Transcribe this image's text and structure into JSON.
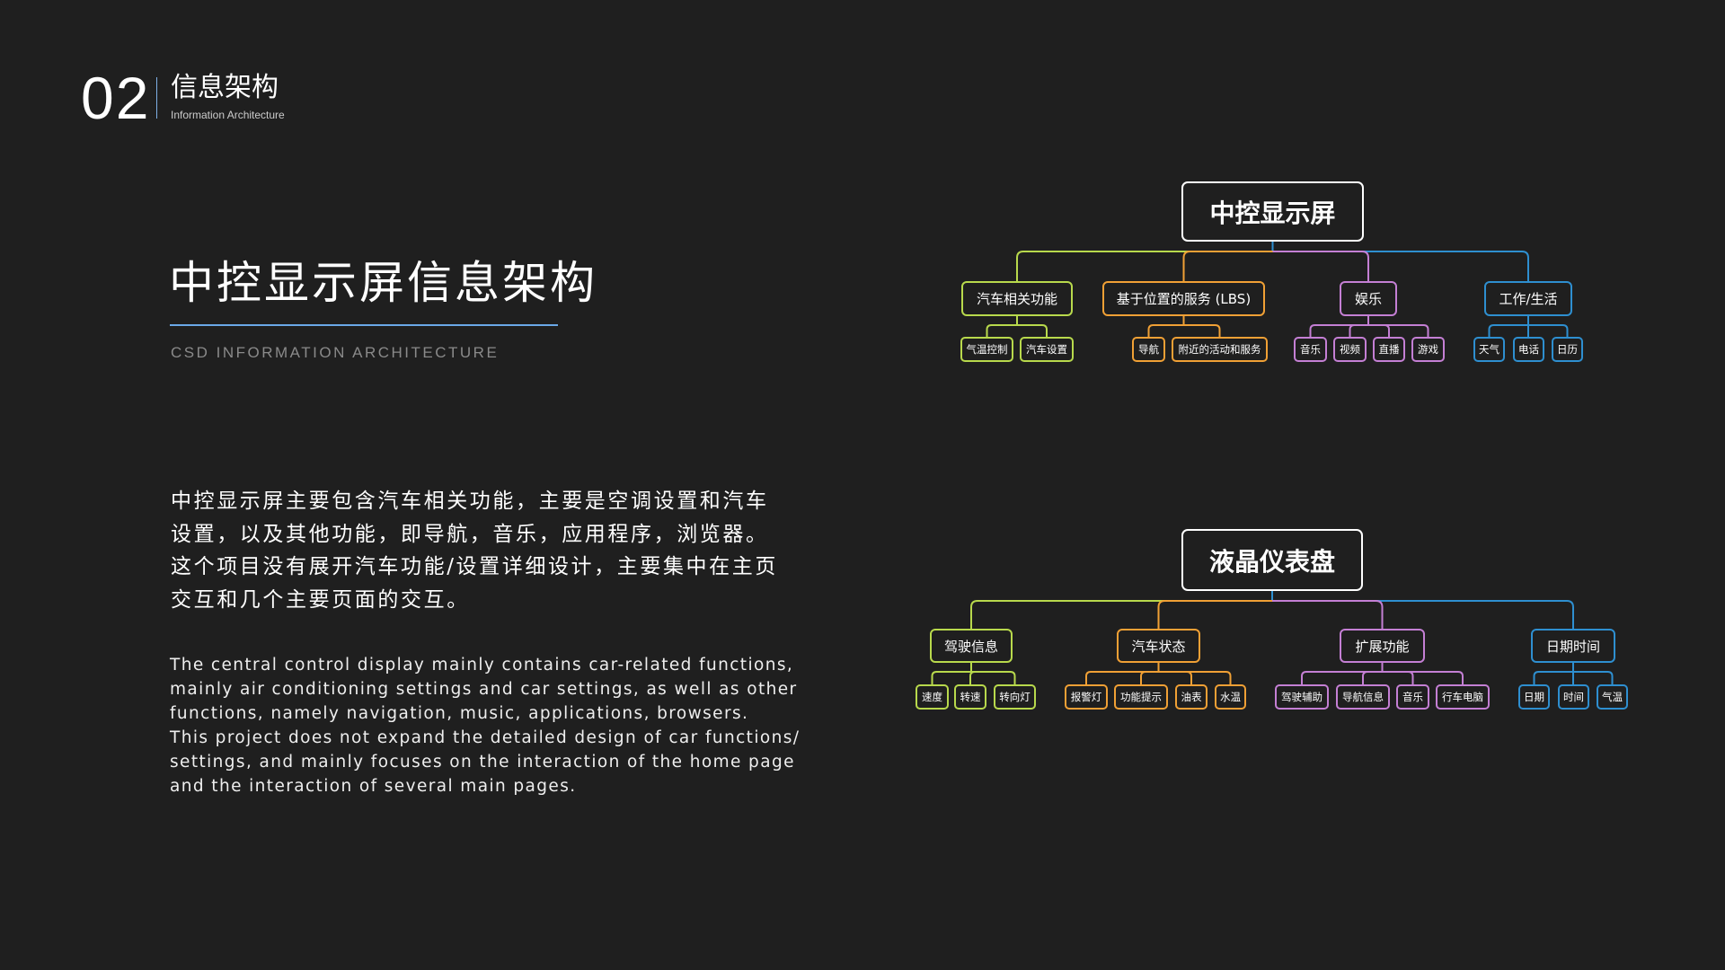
{
  "header": {
    "section_number": "02",
    "section_title_cn": "信息架构",
    "section_title_en": "Information Architecture"
  },
  "main": {
    "title": "中控显示屏信息架构",
    "subtitle": "CSD INFORMATION ARCHITECTURE",
    "description_cn": [
      "中控显示屏主要包含汽车相关功能，主要是空调设置和汽车",
      "设置，以及其他功能，即导航，音乐，应用程序，浏览器。",
      "这个项目没有展开汽车功能/设置详细设计，主要集中在主页",
      "交互和几个主要页面的交互。"
    ],
    "description_en": [
      "The central control display mainly contains car-related functions,",
      "mainly air conditioning settings and car settings, as well as other",
      "functions, namely navigation, music, applications, browsers.",
      "This project does not expand the detailed design of car functions/",
      "settings, and mainly focuses on the interaction of the home page",
      "and the interaction of several main pages."
    ]
  },
  "colors": {
    "green": "#b8d94c",
    "orange": "#f0a035",
    "purple": "#c47fd4",
    "blue": "#2e8fd0",
    "root": "#ffffff"
  },
  "trees": [
    {
      "root": "中控显示屏",
      "branches": [
        {
          "label": "汽车相关功能",
          "color": "#b8d94c",
          "children": [
            "气温控制",
            "汽车设置"
          ]
        },
        {
          "label": "基于位置的服务 (LBS)",
          "color": "#f0a035",
          "children": [
            "导航",
            "附近的活动和服务"
          ]
        },
        {
          "label": "娱乐",
          "color": "#c47fd4",
          "children": [
            "音乐",
            "视频",
            "直播",
            "游戏"
          ]
        },
        {
          "label": "工作/生活",
          "color": "#2e8fd0",
          "children": [
            "天气",
            "电话",
            "日历"
          ]
        }
      ]
    },
    {
      "root": "液晶仪表盘",
      "branches": [
        {
          "label": "驾驶信息",
          "color": "#b8d94c",
          "children": [
            "速度",
            "转速",
            "转向灯"
          ]
        },
        {
          "label": "汽车状态",
          "color": "#f0a035",
          "children": [
            "报警灯",
            "功能提示",
            "油表",
            "水温"
          ]
        },
        {
          "label": "扩展功能",
          "color": "#c47fd4",
          "children": [
            "驾驶辅助",
            "导航信息",
            "音乐",
            "行车电脑"
          ]
        },
        {
          "label": "日期时间",
          "color": "#2e8fd0",
          "children": [
            "日期",
            "时间",
            "气温"
          ]
        }
      ]
    }
  ]
}
